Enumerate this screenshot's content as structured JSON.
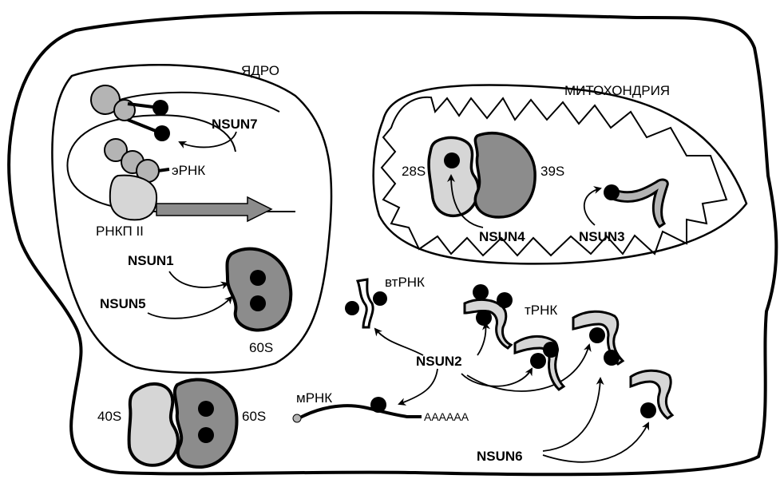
{
  "labels": {
    "nucleus": "ЯДРО",
    "mitochondria": "МИТОХОНДРИЯ",
    "nsun7": "NSUN7",
    "erna": "эРНК",
    "rnap2": "РНКП II",
    "nsun1": "NSUN1",
    "nsun5": "NSUN5",
    "s60_nuc": "60S",
    "s28": "28S",
    "s39": "39S",
    "nsun4": "NSUN4",
    "nsun3": "NSUN3",
    "vtrna": "втРНК",
    "trna": "тРНК",
    "nsun2": "NSUN2",
    "mrna": "мРНК",
    "polya": "AAAAAA",
    "s40": "40S",
    "s60_cyt": "60S",
    "nsun6": "NSUN6"
  },
  "colors": {
    "light": "#d6d6d6",
    "mid": "#b4b4b4",
    "dark": "#8c8c8c",
    "black": "#000000"
  }
}
